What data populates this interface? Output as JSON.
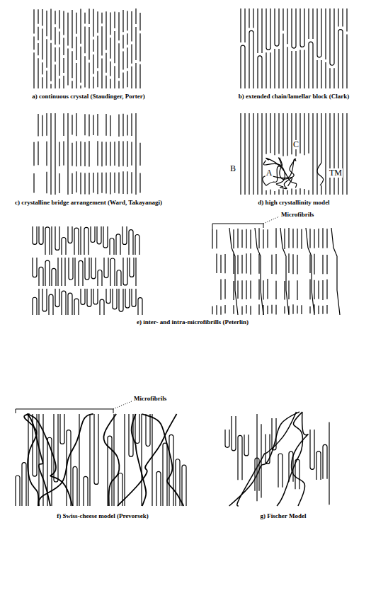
{
  "diagram": {
    "labels": [
      "a) continuous crystal (Staudinger, Porter)",
      "b) extended chain/lamellar block (Clark)",
      "c) crystalline bridge arrangement (Ward, Takayanagi)",
      "d) high crystallinity model",
      "C",
      "B",
      "A",
      "TM",
      "Microfibrils",
      "e) inter- and intra-microfibrills (Peterlin)",
      "Microfibrils",
      "f) Swiss-cheese model (Prevorsek)",
      "g) Fischer Model"
    ]
  }
}
